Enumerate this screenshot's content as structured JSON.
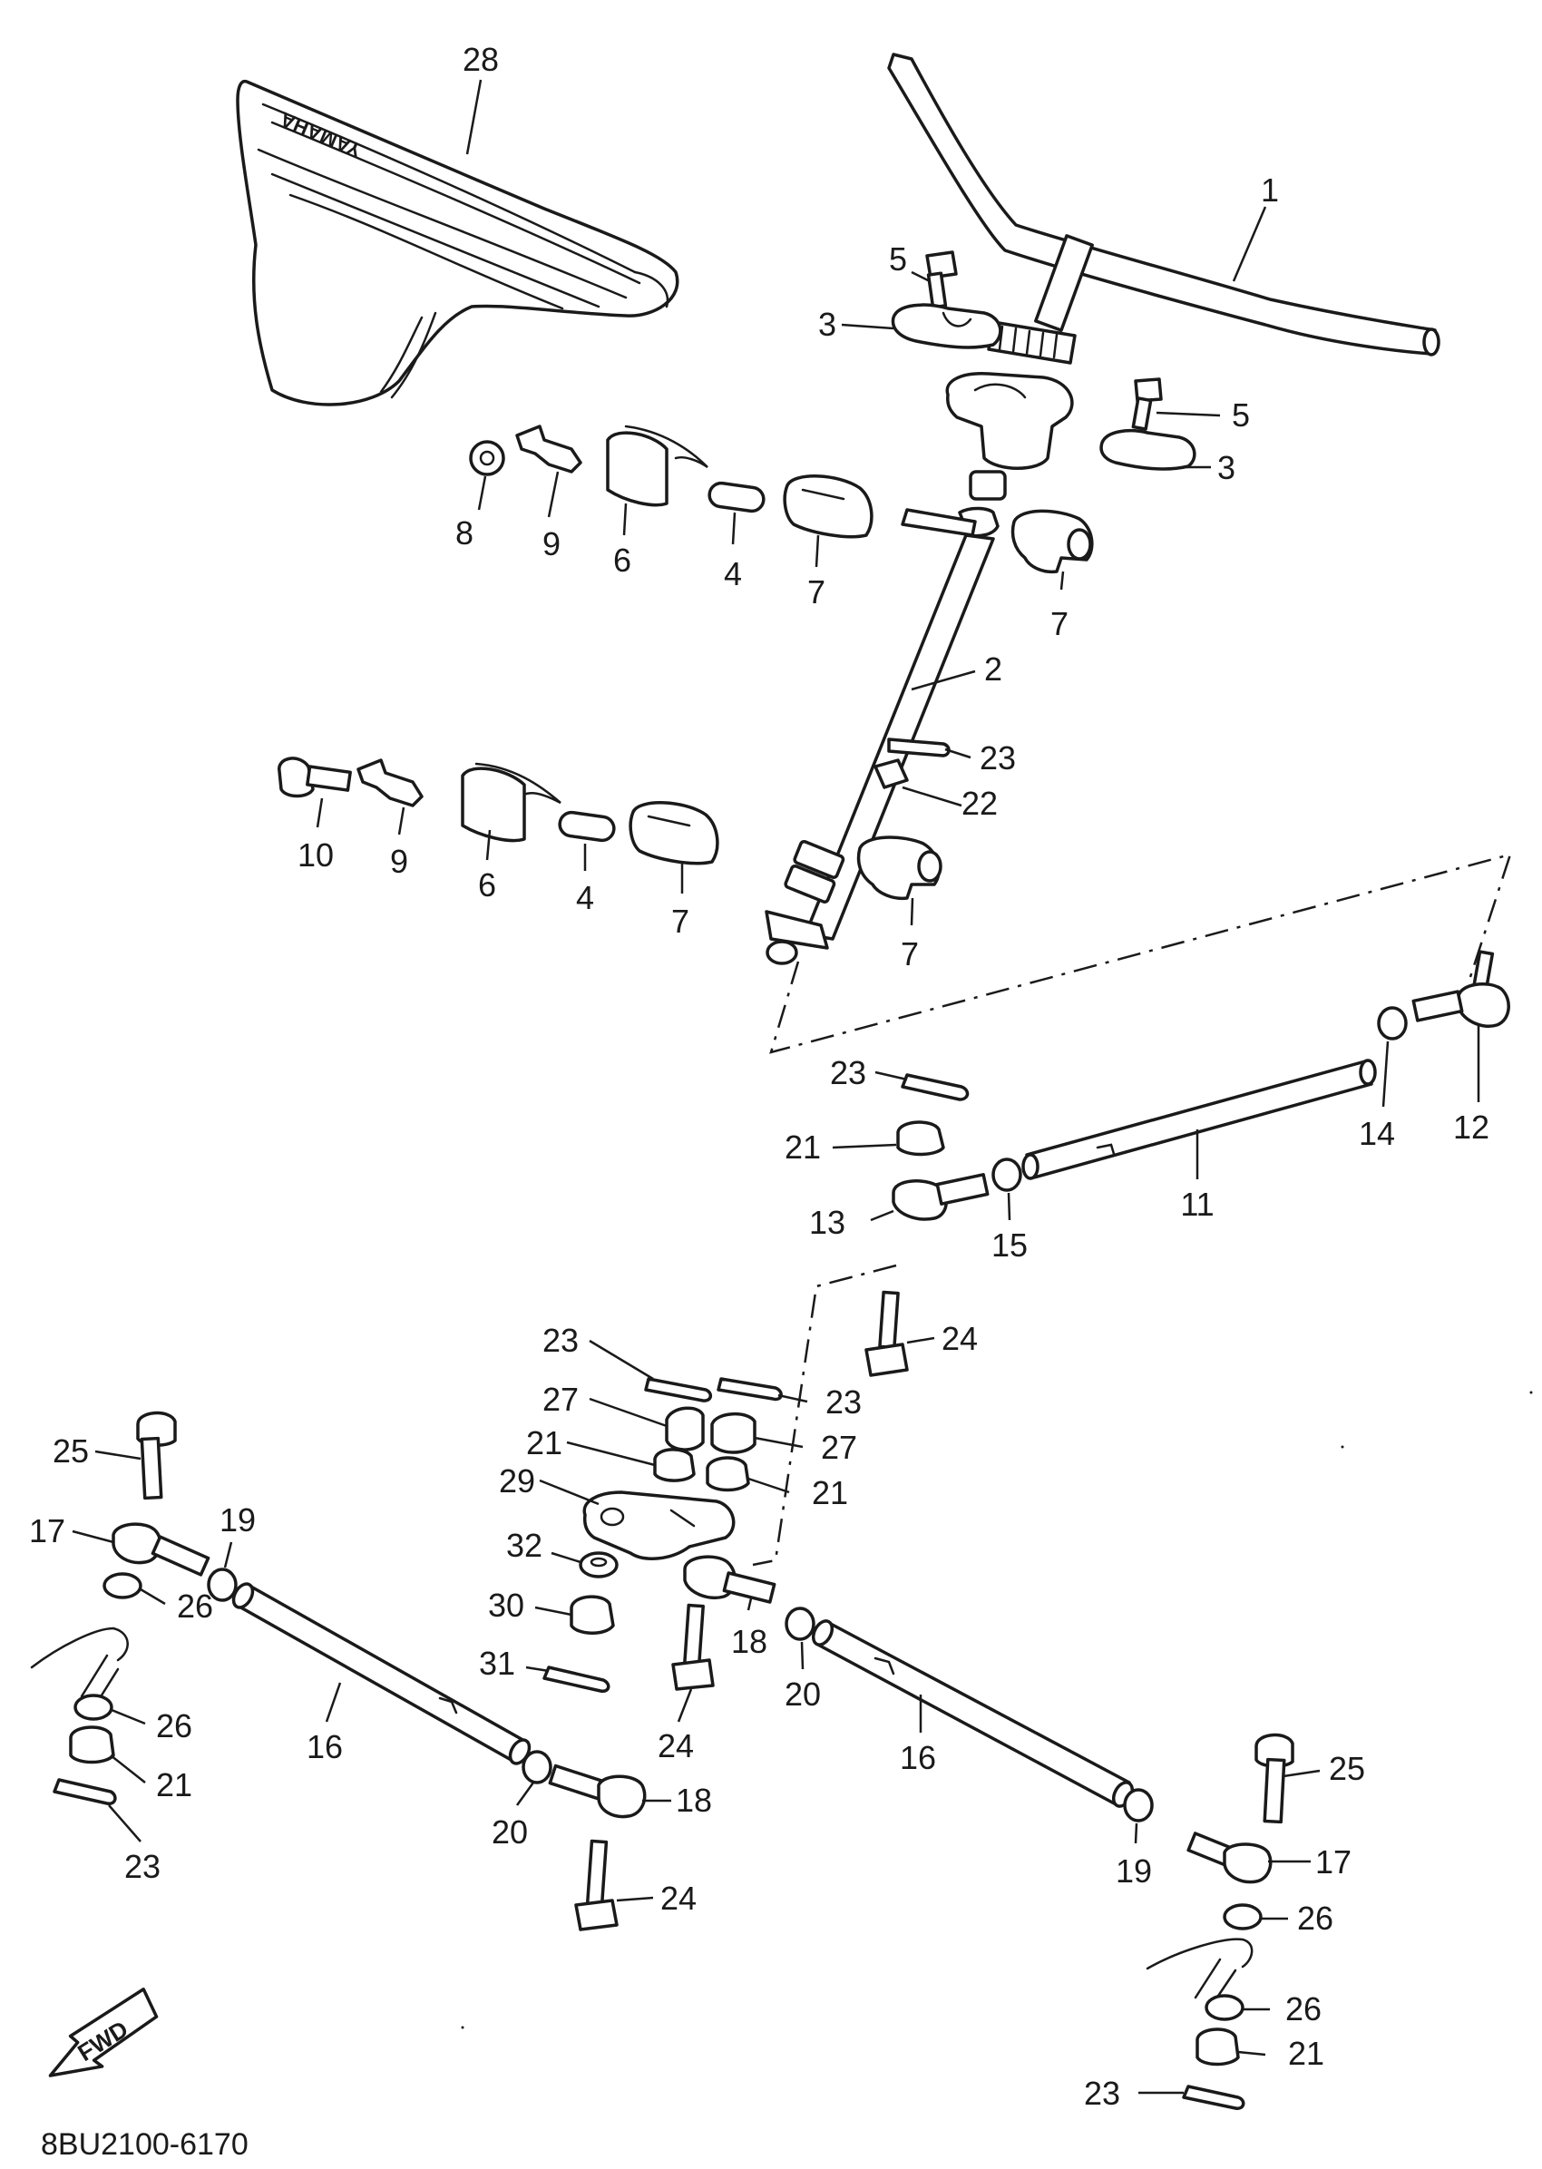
{
  "diagram_code": "8BU2100-6170",
  "seat_logo": "YAMAHA",
  "fwd_label": "FWD",
  "callouts": {
    "c1": "1",
    "c2": "2",
    "c3a": "3",
    "c3b": "3",
    "c4a": "4",
    "c4b": "4",
    "c5a": "5",
    "c5b": "5",
    "c6a": "6",
    "c6b": "6",
    "c7a": "7",
    "c7b": "7",
    "c7c": "7",
    "c7d": "7",
    "c8": "8",
    "c9a": "9",
    "c9b": "9",
    "c10": "10",
    "c11": "11",
    "c12": "12",
    "c13": "13",
    "c14": "14",
    "c15": "15",
    "c16a": "16",
    "c16b": "16",
    "c17a": "17",
    "c17b": "17",
    "c18a": "18",
    "c18b": "18",
    "c19a": "19",
    "c19b": "19",
    "c20a": "20",
    "c20b": "20",
    "c21a": "21",
    "c21b": "21",
    "c21c": "21",
    "c21d": "21",
    "c21e": "21",
    "c22": "22",
    "c23a": "23",
    "c23b": "23",
    "c23c": "23",
    "c23d": "23",
    "c23e": "23",
    "c23f": "23",
    "c24a": "24",
    "c24b": "24",
    "c24c": "24",
    "c25a": "25",
    "c25b": "25",
    "c26a": "26",
    "c26b": "26",
    "c26c": "26",
    "c26d": "26",
    "c27a": "27",
    "c27b": "27",
    "c28": "28",
    "c29": "29",
    "c30": "30",
    "c31": "31",
    "c32": "32"
  }
}
